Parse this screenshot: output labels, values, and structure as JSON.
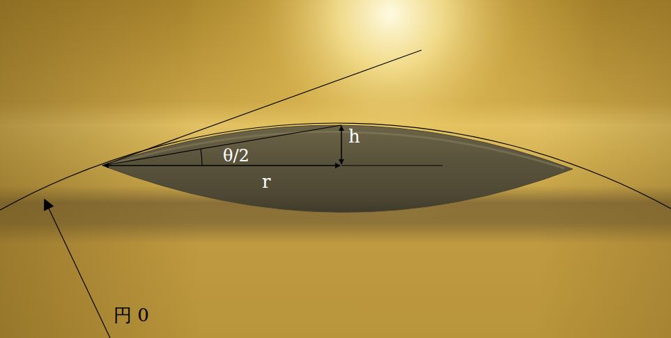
{
  "diagram": {
    "labels": [
      "θ/2",
      "h",
      "r",
      "円 0"
    ]
  }
}
